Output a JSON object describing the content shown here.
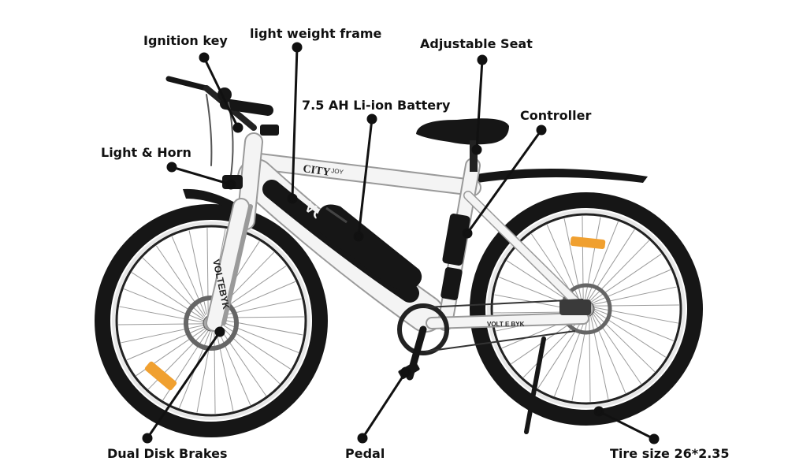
{
  "labels": {
    "ignition_key": "Ignition key",
    "light_weight_frame": "light weight frame",
    "adjustable_seat": "Adjustable Seat",
    "battery": "7.5 AH Li-ion Battery",
    "controller": "Controller",
    "light_horn": "Light & Horn",
    "dual_disk_brakes": "Dual Disk Brakes",
    "pedal": "Pedal",
    "tire_size": "Tire size 26*2.35"
  },
  "brand": {
    "down_tube_text": "VOLT E BYK",
    "fork_text": "VOLTEBYK",
    "top_tube_text": "CITY",
    "top_tube_subtext": "JOY",
    "stay_text": "VOLT E BYK"
  },
  "colors": {
    "frame": "#f4f4f4",
    "frame_outline": "#9a9a9a",
    "black_parts": "#161616",
    "reflector": "#f0a030",
    "callout_line": "#111111"
  }
}
